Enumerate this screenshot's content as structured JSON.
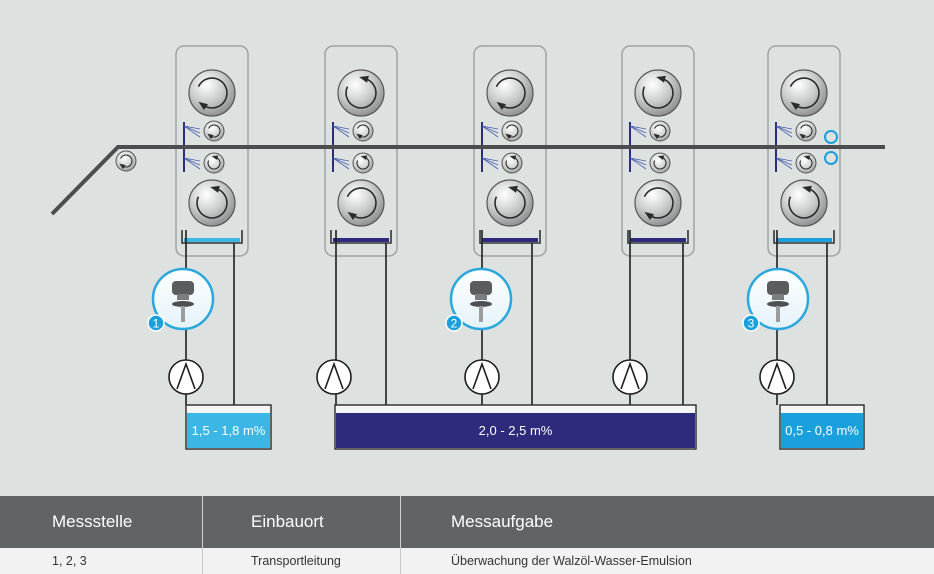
{
  "colors": {
    "background": "#dde1e0",
    "tank_light_blue": "#3cb6e4",
    "tank_mid_blue": "#1aa0dc",
    "tank_dark_blue": "#2e2b7c",
    "strip": "#4b4d4e",
    "table_header": "#616364"
  },
  "tanks": [
    {
      "label": "1,5 - 1,8 m%",
      "color": "#3cb6e4"
    },
    {
      "label": "2,0 - 2,5 m%",
      "color": "#2e2b7c"
    },
    {
      "label": "0,5 - 0,8 m%",
      "color": "#1aa0dc"
    }
  ],
  "sensors": [
    {
      "number": "1",
      "icon": "radar-sensor-icon"
    },
    {
      "number": "2",
      "icon": "radar-sensor-icon"
    },
    {
      "number": "3",
      "icon": "radar-sensor-icon"
    }
  ],
  "table": {
    "headers": [
      "Messstelle",
      "Einbauort",
      "Messaufgabe"
    ],
    "rows": [
      [
        "1, 2, 3",
        "Transportleitung",
        "Überwachung der Walzöl-Wasser-Emulsion"
      ]
    ]
  }
}
